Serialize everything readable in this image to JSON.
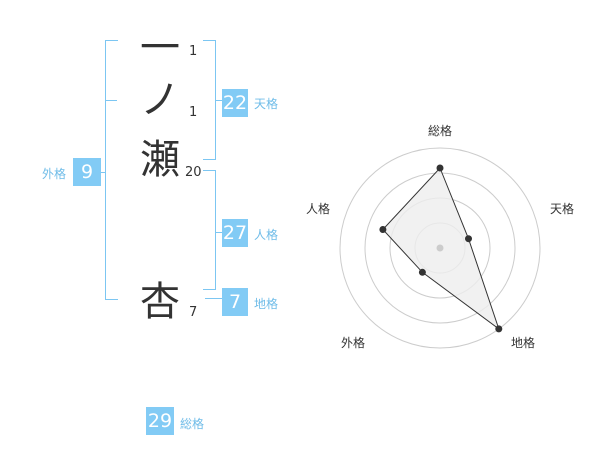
{
  "name_chars": [
    {
      "char": "一",
      "strokes": "1"
    },
    {
      "char": "ノ",
      "strokes": "1"
    },
    {
      "char": "瀬",
      "strokes": "20"
    },
    {
      "char": "杏",
      "strokes": "7"
    }
  ],
  "kaku": {
    "ten": {
      "value": "22",
      "label": "天格"
    },
    "jin": {
      "value": "27",
      "label": "人格"
    },
    "chi": {
      "value": "7",
      "label": "地格"
    },
    "gai": {
      "value": "9",
      "label": "外格"
    },
    "sou": {
      "value": "29",
      "label": "総格"
    }
  },
  "chart_data": {
    "type": "radar",
    "axes": [
      "総格",
      "天格",
      "地格",
      "外格",
      "人格"
    ],
    "values": [
      0.8,
      0.3,
      1.0,
      0.3,
      0.6
    ],
    "range": [
      0,
      1
    ],
    "rings": 4,
    "colors": {
      "ring": "#cccccc",
      "fill": "#eeeeee",
      "line": "#333333",
      "point": "#333333",
      "center": "#cccccc"
    }
  },
  "colors": {
    "accent": "#82cbf5",
    "bracket": "#7cc6f2",
    "label": "#6fbce8"
  }
}
